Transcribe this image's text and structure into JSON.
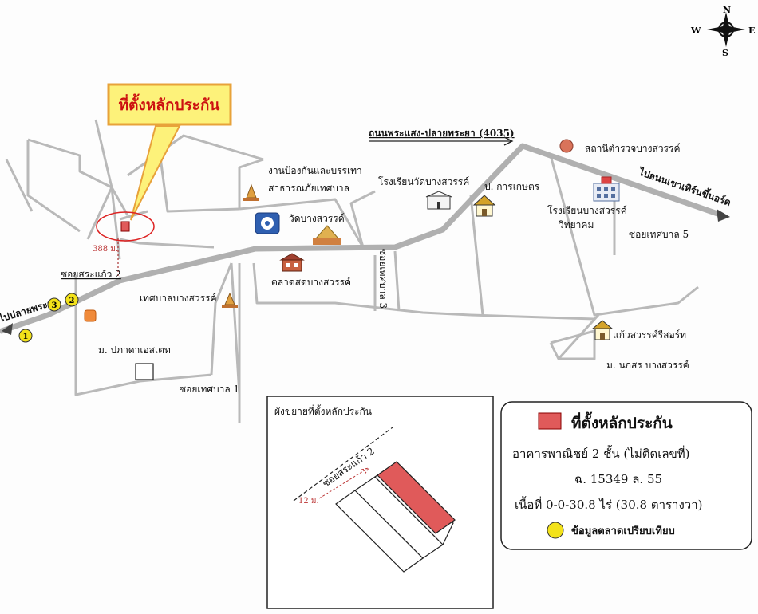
{
  "compass": {
    "n": "N",
    "s": "S",
    "e": "E",
    "w": "W"
  },
  "callout": {
    "title": "ที่ตั้งหลักประกัน"
  },
  "labels": {
    "main_road": "ถนนพระแสง-ปลายพระยา (4035)",
    "to_khao_thon": "ไปอนนเขาเทิร์นขึ้นอร์ด",
    "to_plai_phraya": "ไปปลายพระยา",
    "police": "สถานีตำรวจบางสวรรค์",
    "school_wat": "โรงเรียนวัดบางสวรรค์",
    "post_office": "ป. การเกษตร",
    "school_bang": "โรงเรียนบางสวรรค์",
    "school_bang_2": "วิทยาคม",
    "soi5": "ซอยเทศบาล 5",
    "soi3": "ซอยเทศบาล 3",
    "soi1": "ซอยเทศบาล 1",
    "disaster_1": "งานป้องกันและบรรเทา",
    "disaster_2": "สาธารณภัยเทศบาล",
    "wat": "วัดบางสวรรค์",
    "market": "ตลาดสดบางสวรรค์",
    "municipality": "เทศบาลบางสวรรค์",
    "soi_sra_kaew": "ซอยสระแก้ว 2",
    "dist_388": "388 ม.",
    "estate": "ม. ปภาดาเอสเตท",
    "resort": "แก้วสวรรค์รีสอร์ท",
    "nakson": "ม. นกสร บางสวรรค์"
  },
  "markers": [
    "1",
    "2",
    "3"
  ],
  "inset": {
    "title": "ผังขยายที่ตั้งหลักประกัน",
    "road": "ซอยสระแก้ว 2",
    "distance": "12 ม."
  },
  "legend": {
    "title": "ที่ตั้งหลักประกัน",
    "line1": "อาคารพาณิชย์ 2 ชั้น (ไม่ติดเลขที่)",
    "line2": "ฉ. 15349 ล. 55",
    "line3": "เนื้อที่ 0-0-30.8 ไร่ (30.8 ตารางวา)",
    "comparison": "ข้อมูลตลาดเปรียบเทียบ"
  },
  "colors": {
    "road": "#b9b9b9",
    "collateral": "#e05a5a",
    "callout_bg": "#fdf27a",
    "callout_border": "#e8a23a",
    "marker": "#f3e21a"
  }
}
